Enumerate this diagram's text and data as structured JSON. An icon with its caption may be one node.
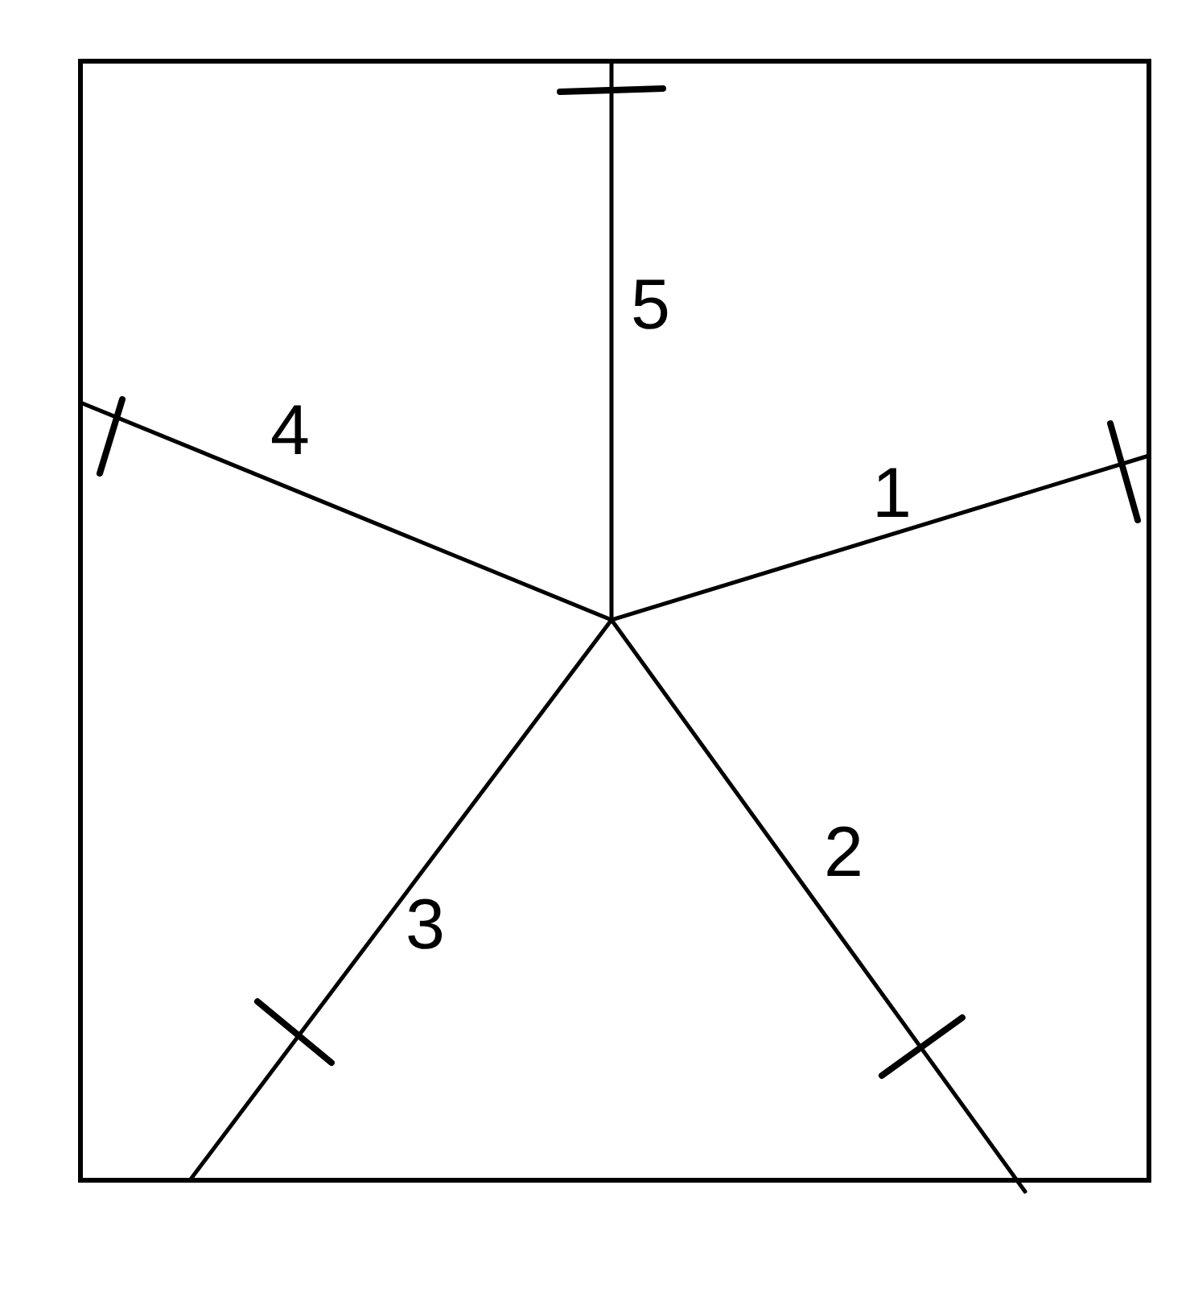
{
  "diagram": {
    "labels": [
      "5",
      "4",
      "1",
      "3",
      "2"
    ]
  }
}
